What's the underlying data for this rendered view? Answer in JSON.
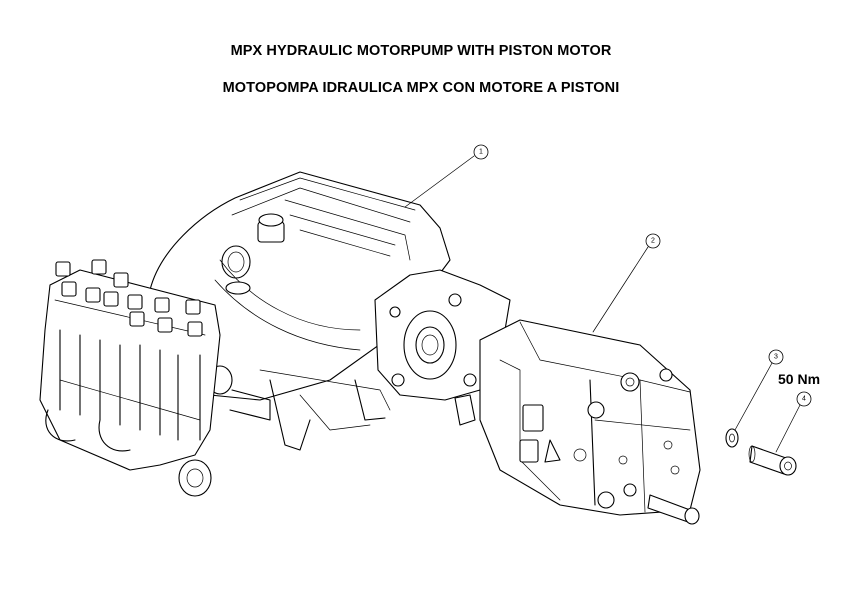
{
  "title_en": "MPX HYDRAULIC MOTORPUMP WITH PISTON MOTOR",
  "title_it": "MOTOPOMPA IDRAULICA MPX CON MOTORE A PISTONI",
  "torque_note": "50 Nm",
  "callouts": [
    "1",
    "2",
    "3",
    "4"
  ]
}
